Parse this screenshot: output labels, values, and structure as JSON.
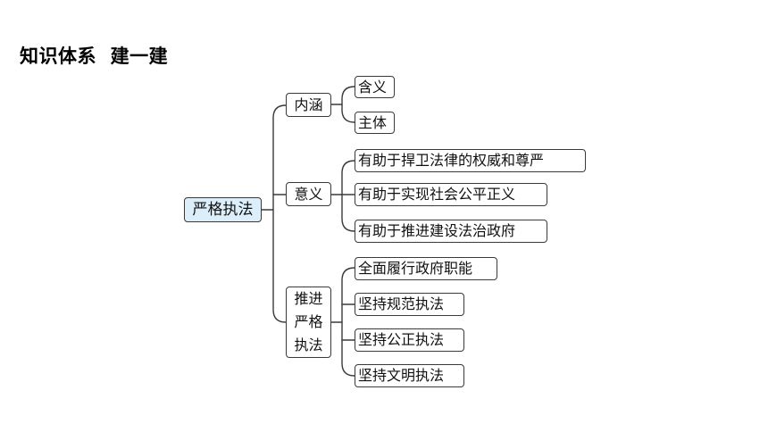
{
  "title": "知识体系  建一建",
  "root": "严格执法",
  "branches": [
    {
      "label": "内涵",
      "children": [
        "含义",
        "主体"
      ]
    },
    {
      "label": "意义",
      "children": [
        "有助于捍卫法律的权威和尊严",
        "有助于实现社会公平正义",
        "有助于推进建设法治政府"
      ]
    },
    {
      "label_lines": [
        "推进",
        "严格",
        "执法"
      ],
      "children": [
        "全面履行政府职能",
        "坚持规范执法",
        "坚持公正执法",
        "坚持文明执法"
      ]
    }
  ]
}
